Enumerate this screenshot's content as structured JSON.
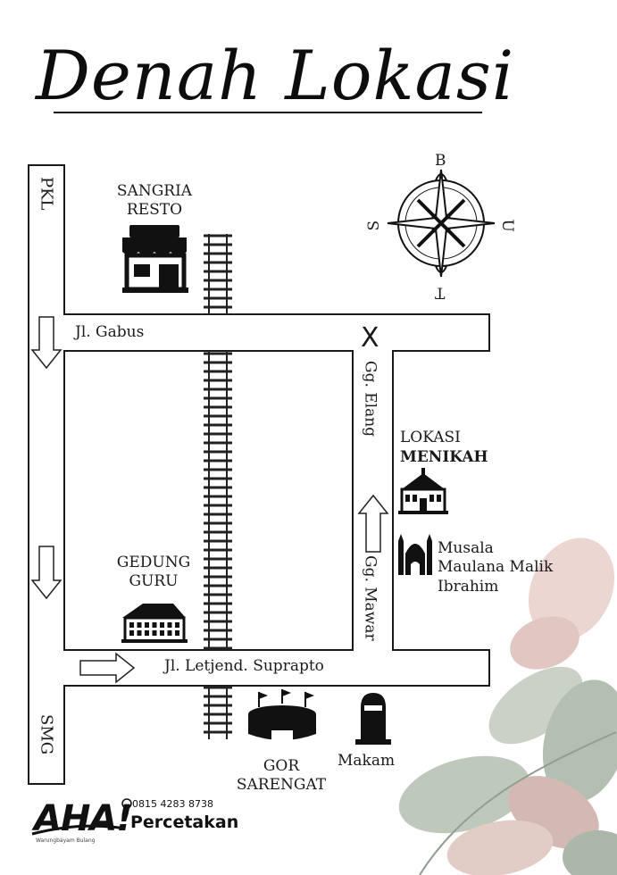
{
  "title": "Denah Lokasi",
  "roads": {
    "pkl": "PKL",
    "smg": "SMG",
    "gabus": "Jl. Gabus",
    "elang": "Gg. Elang",
    "mawar": "Gg. Mawar",
    "suprapto": "Jl. Letjend. Suprapto"
  },
  "landmarks": {
    "sangria": [
      "SANGRIA",
      "RESTO"
    ],
    "gedung": [
      "GEDUNG",
      "GURU"
    ],
    "gor": [
      "GOR",
      "SARENGAT"
    ],
    "makam": "Makam",
    "lokasi": "LOKASI",
    "menikah": "MENIKAH",
    "musala": [
      "Musala",
      "Maulana Malik",
      "Ibrahim"
    ]
  },
  "compass": {
    "north": "B",
    "east": "U",
    "south": "T",
    "west": "S"
  },
  "marker": "X",
  "printer": {
    "logo": "AHA!",
    "tagline": "Warungbayam Bulang",
    "phone": "0815 4283 8738",
    "name": "Percetakan"
  },
  "colors": {
    "ink": "#1a1a1a",
    "leaf": "#8ea08c",
    "flower": "#c99a94"
  }
}
